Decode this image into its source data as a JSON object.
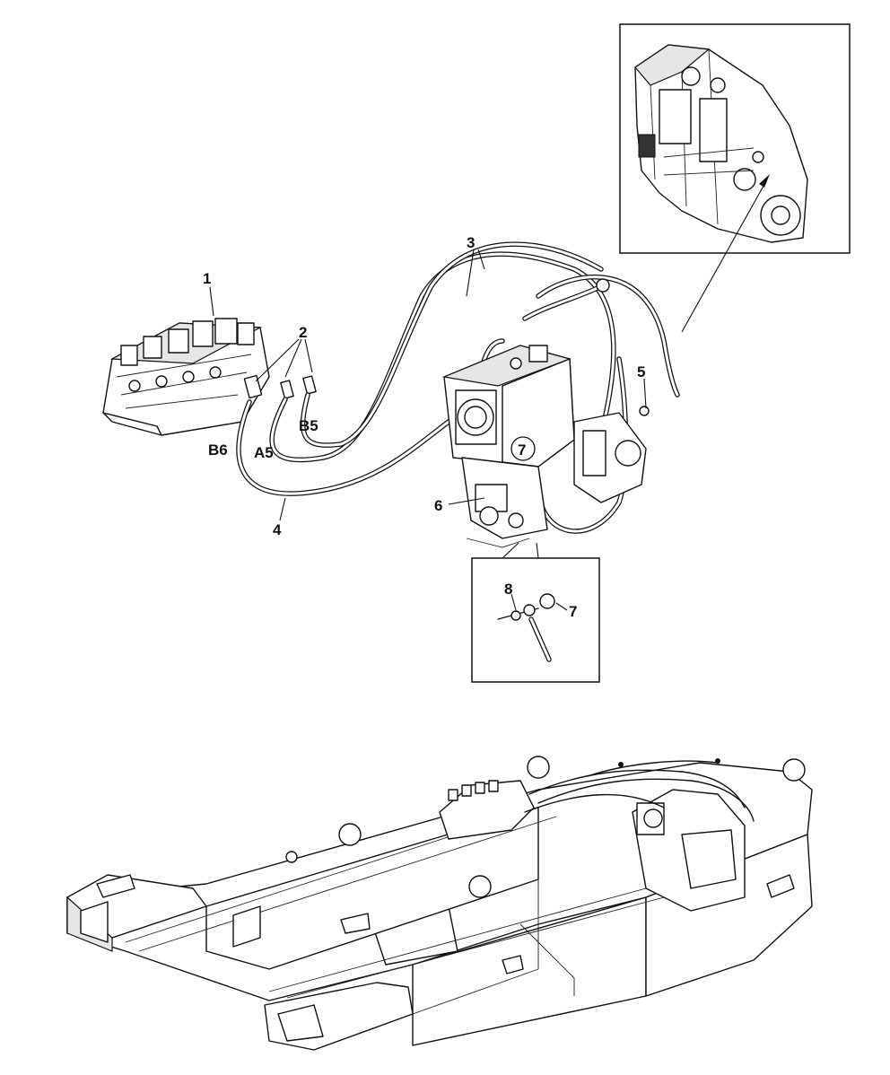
{
  "callouts": {
    "c1": "1",
    "c2": "2",
    "c3": "3",
    "c4": "4",
    "c5": "5",
    "c6": "6",
    "c7": "7",
    "c7b": "7",
    "c8": "8",
    "a5": "A5",
    "b5": "B5",
    "b6": "B6"
  }
}
